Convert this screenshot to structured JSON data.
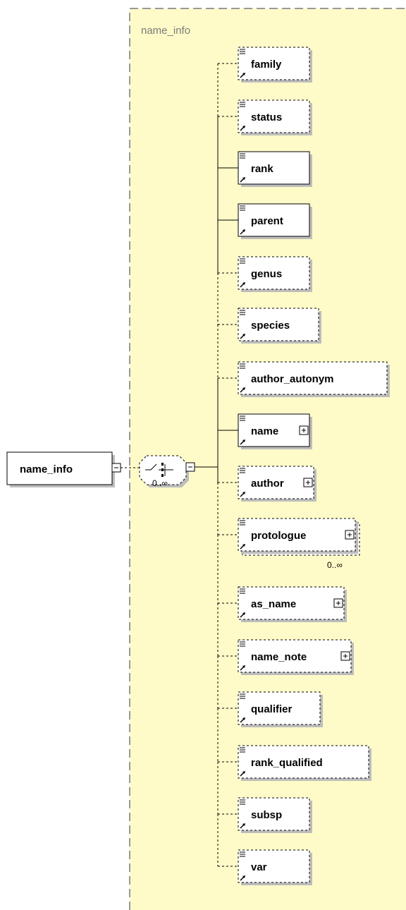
{
  "diagram": {
    "group_label": "name_info",
    "root": {
      "name": "name_info",
      "expandable": true,
      "expanded": true
    },
    "sequence": {
      "occurrence": "0..∞",
      "expanded": true
    },
    "children": [
      {
        "name": "family",
        "optional": true,
        "expandable": false
      },
      {
        "name": "status",
        "optional": true,
        "expandable": false
      },
      {
        "name": "rank",
        "optional": false,
        "expandable": false
      },
      {
        "name": "parent",
        "optional": false,
        "expandable": false
      },
      {
        "name": "genus",
        "optional": true,
        "expandable": false
      },
      {
        "name": "species",
        "optional": true,
        "expandable": false
      },
      {
        "name": "author_autonym",
        "optional": true,
        "expandable": false
      },
      {
        "name": "name",
        "optional": false,
        "expandable": true
      },
      {
        "name": "author",
        "optional": true,
        "expandable": true
      },
      {
        "name": "protologue",
        "optional": true,
        "expandable": true,
        "occurrence": "0..∞"
      },
      {
        "name": "as_name",
        "optional": true,
        "expandable": true
      },
      {
        "name": "name_note",
        "optional": true,
        "expandable": true
      },
      {
        "name": "qualifier",
        "optional": true,
        "expandable": false
      },
      {
        "name": "rank_qualified",
        "optional": true,
        "expandable": false
      },
      {
        "name": "subsp",
        "optional": true,
        "expandable": false
      },
      {
        "name": "var",
        "optional": true,
        "expandable": false
      }
    ],
    "colors": {
      "group_fill": "#fffbc8",
      "group_border": "#999999",
      "box_fill": "#ffffff",
      "shadow": "#bdbdbd",
      "line": "#000000"
    }
  }
}
